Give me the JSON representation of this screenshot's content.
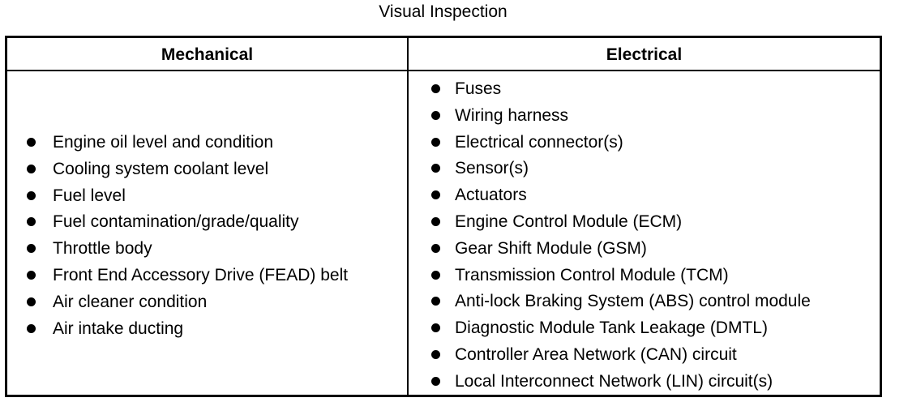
{
  "title": "Visual Inspection",
  "columns": [
    {
      "header": "Mechanical",
      "items": [
        "Engine oil level and condition",
        "Cooling system coolant level",
        "Fuel level",
        "Fuel contamination/grade/quality",
        "Throttle body",
        "Front End Accessory Drive (FEAD) belt",
        "Air cleaner condition",
        "Air intake ducting"
      ]
    },
    {
      "header": "Electrical",
      "items": [
        "Fuses",
        "Wiring harness",
        "Electrical connector(s)",
        "Sensor(s)",
        "Actuators",
        "Engine Control Module (ECM)",
        "Gear Shift Module (GSM)",
        "Transmission Control Module (TCM)",
        "Anti-lock Braking System (ABS) control module",
        "Diagnostic Module Tank Leakage (DMTL)",
        "Controller Area Network (CAN) circuit",
        "Local Interconnect Network (LIN) circuit(s)"
      ]
    }
  ]
}
